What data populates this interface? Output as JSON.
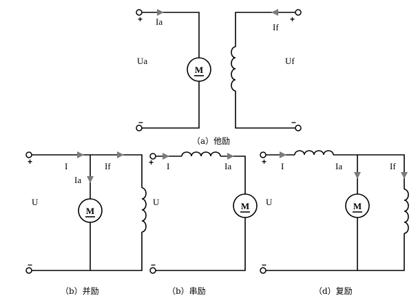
{
  "caption_a": "（a）他励",
  "caption_b1": "（b）并励",
  "caption_b2": "（b）串励",
  "caption_d": "（d）复励",
  "motor_label": "M",
  "plus": "+",
  "minus": "−",
  "separate": {
    "ua": "Ua",
    "uf": "Uf",
    "ia": "Ia",
    "if": "If"
  },
  "shunt": {
    "u": "U",
    "i": "I",
    "ia": "Ia",
    "if": "If"
  },
  "series": {
    "u": "U",
    "i": "I",
    "ia": "Ia"
  },
  "compound": {
    "u": "U",
    "i": "I",
    "ia": "Ia",
    "if": "If"
  }
}
